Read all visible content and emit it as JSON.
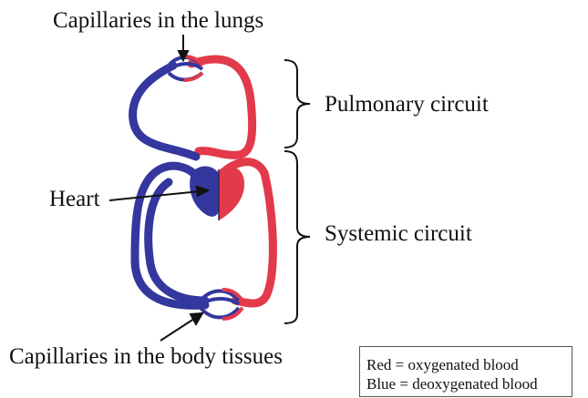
{
  "labels": {
    "lungs_capillaries": "Capillaries  in the lungs",
    "pulmonary": "Pulmonary circuit",
    "heart": "Heart",
    "systemic": "Systemic circuit",
    "body_capillaries": "Capillaries  in the body tissues"
  },
  "legend": {
    "red": "Red = oxygenated blood",
    "blue": "Blue = deoxygenated blood"
  },
  "colors": {
    "oxygenated": "#e23a4a",
    "deoxygenated": "#33379e",
    "line": "#111111"
  }
}
